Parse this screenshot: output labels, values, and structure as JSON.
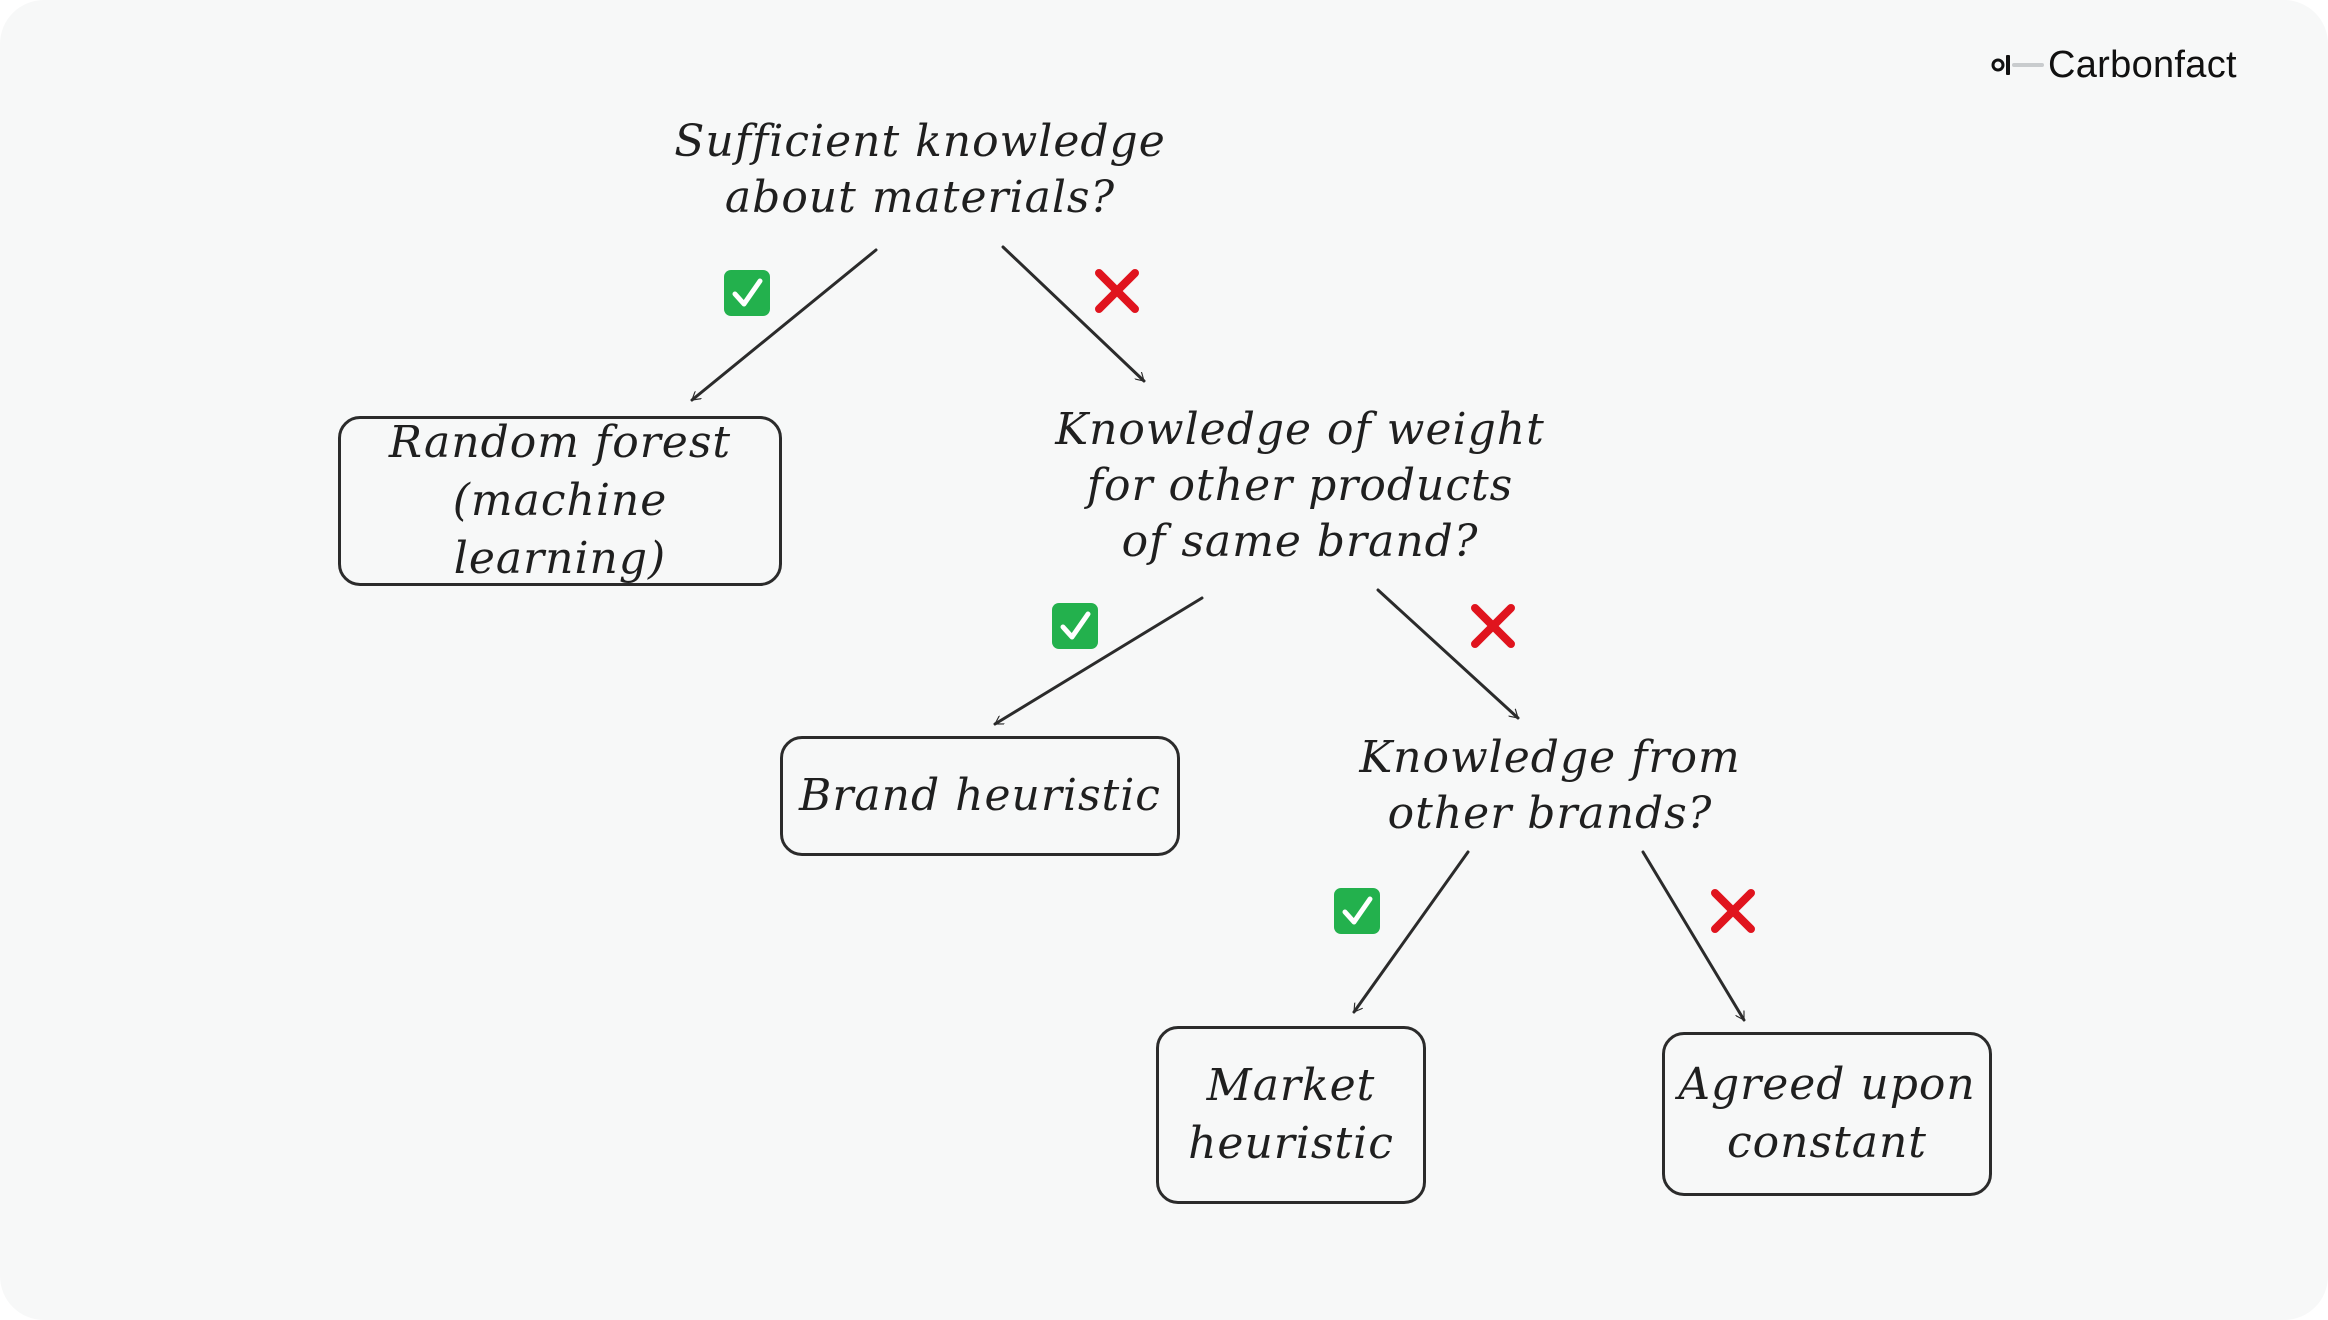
{
  "brand": {
    "name": "Carbonfact"
  },
  "colors": {
    "yes": "#23b14d",
    "no": "#e0141e",
    "ink": "#2b2b2b",
    "background": "#f7f8f8"
  },
  "nodes": {
    "q1": {
      "lines": [
        "Sufficient knowledge",
        "about materials?"
      ]
    },
    "q2": {
      "lines": [
        "Knowledge of weight",
        "for other products",
        "of same brand?"
      ]
    },
    "q3": {
      "lines": [
        "Knowledge from",
        "other brands?"
      ]
    },
    "random_forest": {
      "lines": [
        "Random forest",
        "(machine learning)"
      ]
    },
    "brand_heuristic": {
      "lines": [
        "Brand heuristic"
      ]
    },
    "market_heuristic": {
      "lines": [
        "Market",
        "heuristic"
      ]
    },
    "agreed_constant": {
      "lines": [
        "Agreed upon",
        "constant"
      ]
    }
  },
  "edges": [
    {
      "from": "q1",
      "to": "random_forest",
      "answer": "yes",
      "icon": "green-check-icon"
    },
    {
      "from": "q1",
      "to": "q2",
      "answer": "no",
      "icon": "red-cross-icon"
    },
    {
      "from": "q2",
      "to": "brand_heuristic",
      "answer": "yes",
      "icon": "green-check-icon"
    },
    {
      "from": "q2",
      "to": "q3",
      "answer": "no",
      "icon": "red-cross-icon"
    },
    {
      "from": "q3",
      "to": "market_heuristic",
      "answer": "yes",
      "icon": "green-check-icon"
    },
    {
      "from": "q3",
      "to": "agreed_constant",
      "answer": "no",
      "icon": "red-cross-icon"
    }
  ]
}
